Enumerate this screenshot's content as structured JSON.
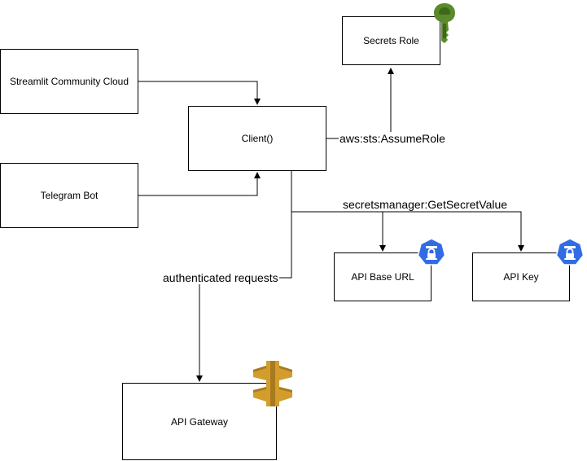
{
  "nodes": {
    "streamlit": "Streamlit Community Cloud",
    "telegram": "Telegram Bot",
    "client": "Client()",
    "secrets_role": "Secrets Role",
    "api_base_url": "API Base URL",
    "api_key": "API Key",
    "api_gateway": "API Gateway"
  },
  "edges": {
    "assume_role": "aws:sts:AssumeRole",
    "get_secret": "secretsmanager:GetSecretValue",
    "auth_requests": "authenticated requests"
  },
  "icons": {
    "secrets_role": "iam-key-icon",
    "api_base_url": "secret-lock-icon",
    "api_key": "secret-lock-icon",
    "api_gateway": "api-gateway-icon"
  },
  "colors": {
    "key_green": "#5a8a2c",
    "secret_blue": "#326ce5",
    "gateway_gold": "#d39d2e"
  }
}
